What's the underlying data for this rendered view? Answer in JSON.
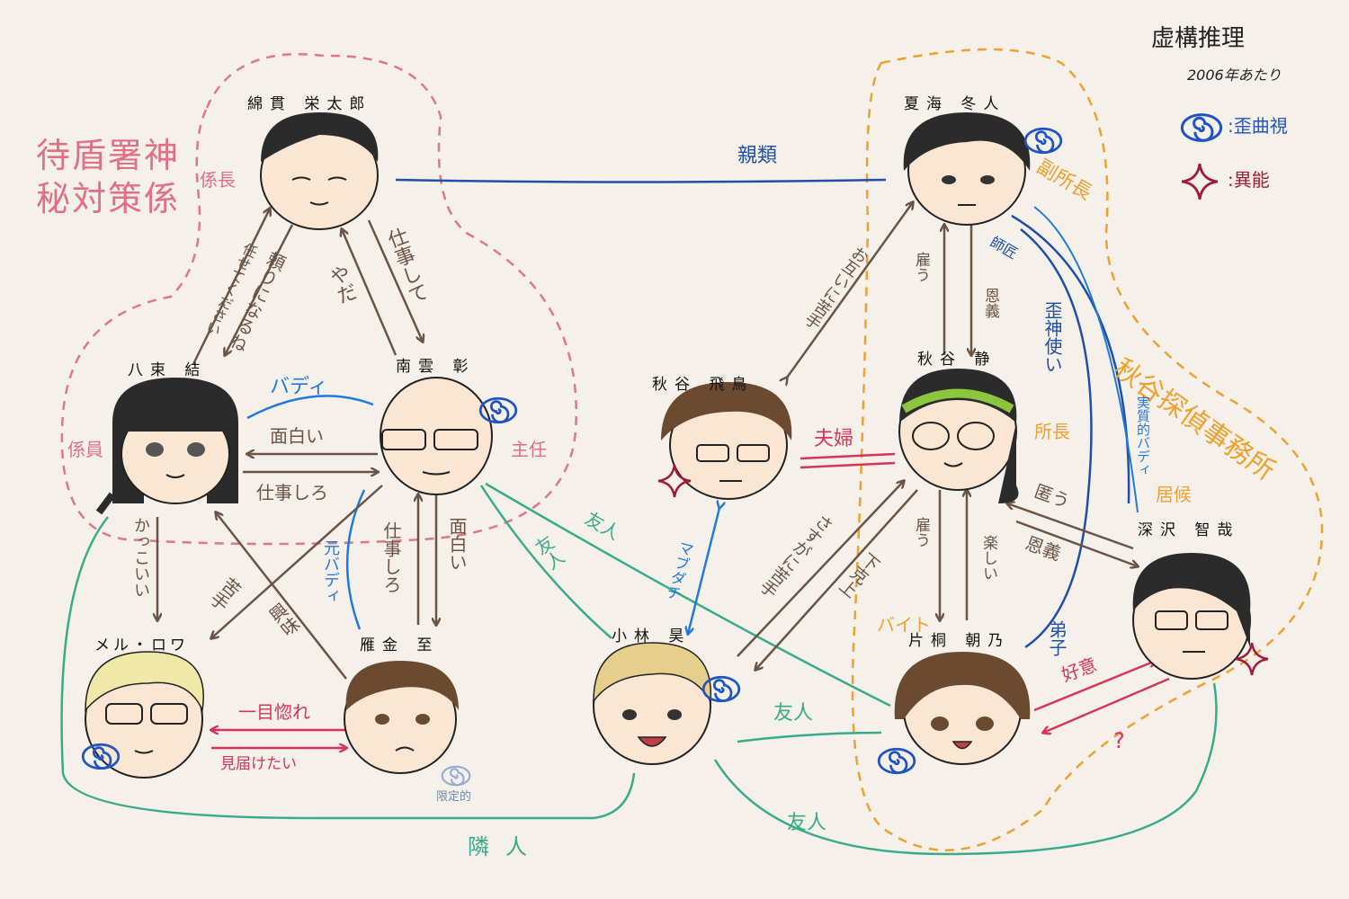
{
  "title": "虚構推理",
  "era": "2006年あたり",
  "legend": [
    {
      "icon": "spiral-icon",
      "label": ":歪曲視",
      "color": "#1f55c2"
    },
    {
      "icon": "star-icon",
      "label": ":異能",
      "color": "#a21a3a"
    }
  ],
  "orgs": [
    {
      "label": "待盾署神秘対策係",
      "color": "#e0708a"
    },
    {
      "label": "秋谷探偵事務所",
      "color": "#f0a030"
    }
  ],
  "characters": [
    {
      "name": "綿貫 栄太郎",
      "role": "係長"
    },
    {
      "name": "八束 結",
      "role": "係員"
    },
    {
      "name": "南雲 彰",
      "role": "主任"
    },
    {
      "name": "メル・ロワ",
      "role": ""
    },
    {
      "name": "雁金 至",
      "role": "",
      "note": "限定的"
    },
    {
      "name": "夏海 冬人",
      "role": "副所長"
    },
    {
      "name": "秋谷 飛鳥",
      "role": ""
    },
    {
      "name": "秋谷 静",
      "role": "所長"
    },
    {
      "name": "深沢 智哉",
      "role": "居候"
    },
    {
      "name": "小林 昊",
      "role": ""
    },
    {
      "name": "片桐 朝乃",
      "role": "バイト"
    }
  ],
  "relations": {
    "shinrui": "親類",
    "makasete": "任せてください",
    "tayori": "頼りになるね",
    "yada": "やだ",
    "shigoto_shite": "仕事して",
    "buddy": "バディ",
    "omoshiroi": "面白い",
    "shigoto_shiro": "仕事しろ",
    "kakkoii": "かっこいい",
    "moto_buddy": "元バディ",
    "nigate": "苦手",
    "kyoumi": "興味",
    "shigoto_shiro2": "仕事しろ",
    "omoshiroi2": "面白い",
    "hitomebore": "一目惚れ",
    "mitodoketai": "見届けたい",
    "yuujin_small": "友人",
    "yuujin_big": "友人",
    "magudachi": "マブダチ",
    "otagai_nigate": "お互いに苦手",
    "yatou1": "雇う",
    "onkei1": "恩義",
    "shishou": "師匠",
    "waishin_tsukai": "歪神使い",
    "fuufu": "夫婦",
    "sasuga_nigate": "さすがに苦手",
    "kenjou": "下克上",
    "yatou2": "雇う",
    "tanoshii": "楽しい",
    "deshi": "弟子",
    "kakumau": "匿う",
    "onkei2": "恩義",
    "jisshitsu_buddy": "実質的バディ",
    "yuujin_asano": "友人",
    "kouin": "好意",
    "question": "?",
    "yuujin_fukasawa": "友人",
    "rinjin": "隣人"
  }
}
